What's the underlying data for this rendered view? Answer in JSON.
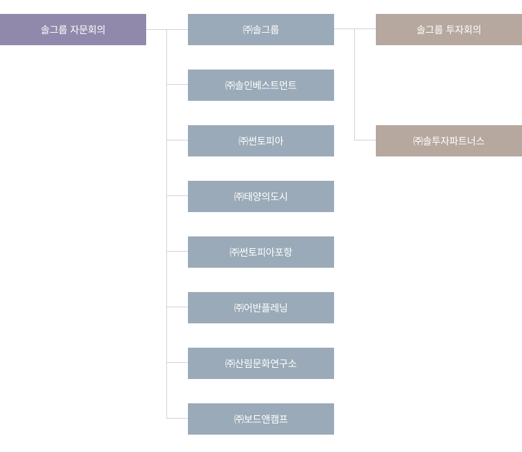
{
  "advisory": {
    "label": "솔그룹 자문회의",
    "color": "#9189ab"
  },
  "companies": [
    {
      "label": "㈜솔그룹"
    },
    {
      "label": "㈜솔인베스트먼트"
    },
    {
      "label": "㈜썬토피아"
    },
    {
      "label": "㈜태양의도시"
    },
    {
      "label": "㈜썬토피아포항"
    },
    {
      "label": "㈜어반플레닝"
    },
    {
      "label": "㈜산림문화연구소"
    },
    {
      "label": "㈜보드앤캠프"
    }
  ],
  "company_color": "#9aaab8",
  "investment": {
    "committee": {
      "label": "솔그룹 투자회의"
    },
    "partner": {
      "label": "㈜솔투자파트너스"
    },
    "color": "#b6a89e"
  },
  "connector_color": "#cfd2d6"
}
